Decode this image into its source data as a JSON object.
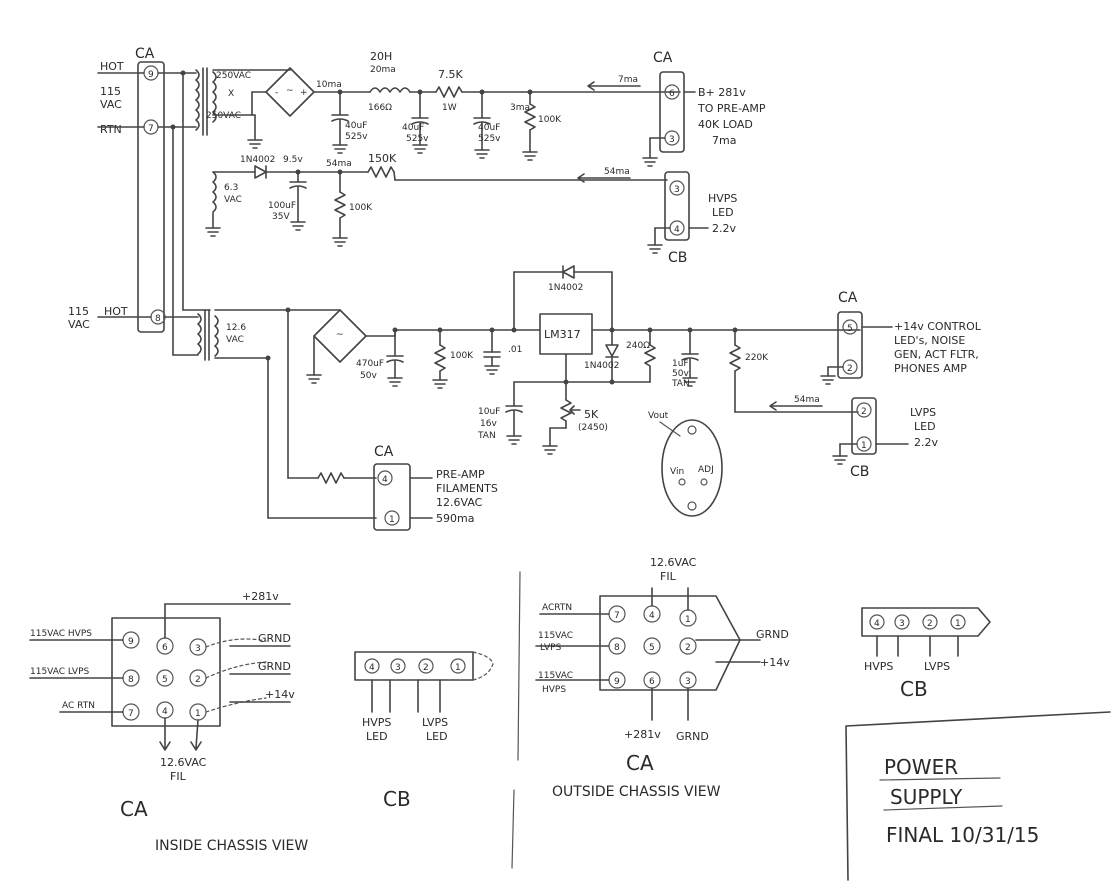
{
  "ac": {
    "hot": "HOT",
    "v115": "115",
    "vac": "VAC",
    "rtn": "RTN",
    "hot2": "HOT",
    "v115b": "115",
    "vac2": "VAC"
  },
  "hv": {
    "ca_top": "CA",
    "pin9": "9",
    "pin7": "7",
    "pin8": "8",
    "sec_hi": "250VAC",
    "sec_x": "X",
    "sec_lo": "250VAC",
    "dc_ma": "10ma",
    "choke": "20H",
    "choke_ma": "20ma",
    "choke_ohm": "166Ω",
    "r_75k": "7.5K",
    "r_75k_w": "1W",
    "c1": "40uF",
    "c1v": "525v",
    "c2": "40uF",
    "c2v": "525v",
    "c3": "40uF",
    "c3v": "525v",
    "r_100k_a": "100K",
    "bleed_ma": "3ma",
    "out_ma": "7ma",
    "ca_out": "CA",
    "pin6": "6",
    "pin3": "3",
    "bplus_1": "B+ 281v",
    "bplus_2": "TO PRE-AMP",
    "bplus_3": "40K LOAD",
    "bplus_4": "7ma"
  },
  "led_hv": {
    "diode": "1N4002",
    "v95": "9.5v",
    "ma54": "54ma",
    "r_150k": "150K",
    "sec": "6.3",
    "secvac": "VAC",
    "cap": "100uF",
    "capv": "35V",
    "r_100k": "100K",
    "ma54b": "54ma",
    "pin3": "3",
    "pin4": "4",
    "label1": "HVPS",
    "label2": "LED",
    "v22": "2.2v",
    "cb": "CB"
  },
  "lv": {
    "sec": "12.6",
    "secvac": "VAC",
    "cap470": "470uF",
    "cap470v": "50v",
    "r_100k": "100K",
    "c01": ".01",
    "reg": "LM317",
    "diode_top": "1N4002",
    "diode_bot": "1N4002",
    "r_240": "240Ω",
    "cap1": "1uF",
    "cap1v": "50v",
    "cap1t": "TAN",
    "r_220k": "220K",
    "cap10": "10uF",
    "cap10v": "16v",
    "cap10t": "TAN",
    "pot": "5K",
    "pot_sub": "(2450)",
    "vout": "Vout",
    "vin": "Vin",
    "adj": "ADJ",
    "ca": "CA",
    "pin5": "5",
    "pin2": "2",
    "out1": "+14v CONTROL",
    "out2": "LED's, NOISE",
    "out3": "GEN, ACT FLTR,",
    "out4": "PHONES AMP",
    "ma54": "54ma",
    "pin2b": "2",
    "pin1b": "1",
    "led1": "LVPS",
    "led2": "LED",
    "led3": "2.2v",
    "cb": "CB"
  },
  "fil": {
    "ca": "CA",
    "pin4": "4",
    "pin1": "1",
    "t1": "PRE-AMP",
    "t2": "FILAMENTS",
    "t3": "12.6VAC",
    "t4": "590ma"
  },
  "inside": {
    "p9": "9",
    "p6": "6",
    "p3": "3",
    "p8": "8",
    "p5": "5",
    "p2": "2",
    "p7": "7",
    "p4": "4",
    "p1": "1",
    "b281": "+281v",
    "gnd1": "GRND",
    "gnd2": "GRND",
    "p14": "+14v",
    "hvps": "115VAC HVPS",
    "lvps": "115VAC LVPS",
    "acrtn": "AC RTN",
    "fil1": "12.6VAC",
    "fil2": "FIL",
    "ca": "CA",
    "cb": "CB",
    "caption": "INSIDE CHASSIS VIEW"
  },
  "cb_in": {
    "p4": "4",
    "p3": "3",
    "p2": "2",
    "p1": "1",
    "hvps1": "HVPS",
    "hvps2": "LED",
    "lvps1": "LVPS",
    "lvps2": "LED"
  },
  "outside": {
    "fil1": "12.6VAC",
    "fil2": "FIL",
    "p7": "7",
    "p4": "4",
    "p1": "1",
    "p8": "8",
    "p5": "5",
    "p2": "2",
    "p9": "9",
    "p6": "6",
    "p3": "3",
    "acrtn": "ACRTN",
    "lvps1": "115VAC",
    "lvps2": "LVPS",
    "hvps1": "115VAC",
    "hvps2": "HVPS",
    "gnd": "GRND",
    "p14": "+14v",
    "b281": "+281v",
    "gnd2": "GRND",
    "ca": "CA",
    "caption": "OUTSIDE CHASSIS VIEW"
  },
  "cb_out": {
    "p4": "4",
    "p3": "3",
    "p2": "2",
    "p1": "1",
    "hvps": "HVPS",
    "lvps": "LVPS",
    "cb": "CB"
  },
  "title": {
    "l1": "POWER",
    "l2": "SUPPLY",
    "l3": "FINAL 10/31/15"
  }
}
